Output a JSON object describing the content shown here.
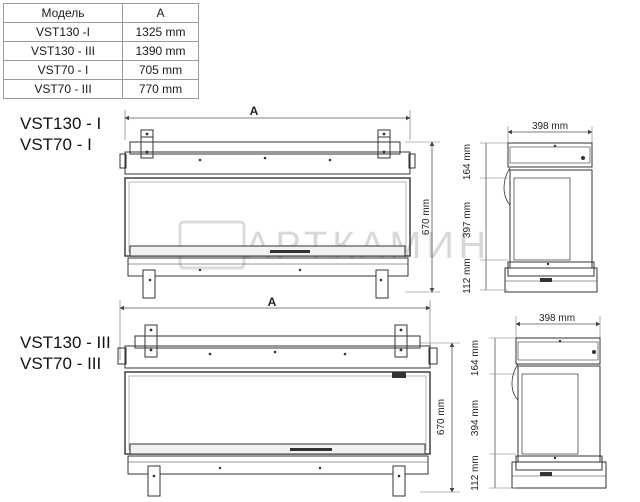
{
  "table": {
    "headers": [
      "Модель",
      "A"
    ],
    "rows": [
      [
        "VST130 -I",
        "1325 mm"
      ],
      [
        "VST130 - III",
        "1390 mm"
      ],
      [
        "VST70 - I",
        "705 mm"
      ],
      [
        "VST70 - III",
        "770 mm"
      ]
    ]
  },
  "group1": {
    "models": [
      "VST130 - I",
      "VST70 - I"
    ],
    "width_label": "A",
    "height_label": "670 mm",
    "depth_label": "398 mm",
    "top_label": "164 mm",
    "mid_label": "397 mm",
    "bottom_label": "112 mm"
  },
  "group2": {
    "models": [
      "VST130 - III",
      "VST70 - III"
    ],
    "width_label": "A",
    "height_label": "670 mm",
    "depth_label": "398 mm",
    "top_label": "164 mm",
    "mid_label": "394 mm",
    "bottom_label": "112 mm"
  },
  "watermark": "АРТКАМИН",
  "colors": {
    "line": "#333333",
    "dim_line": "#555555",
    "table_border": "#9a9a9a",
    "watermark": "#d8d8d8"
  }
}
